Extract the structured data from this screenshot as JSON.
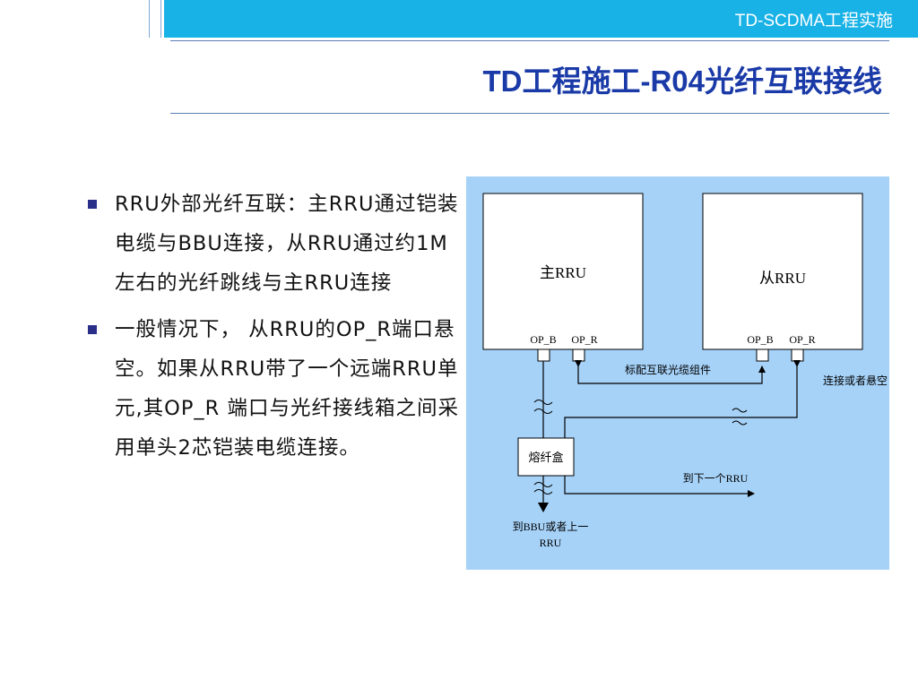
{
  "header": {
    "bar_text": "TD-SCDMA工程实施",
    "title": "TD工程施工-R04光纤互联接线"
  },
  "bullets": [
    {
      "text": "RRU外部光纤互联：主RRU通过铠装电缆与BBU连接，从RRU通过约1M左右的光纤跳线与主RRU连接"
    },
    {
      "text": "一般情况下， 从RRU的OP_R端口悬空。如果从RRU带了一个远端RRU单元,其OP_R 端口与光纤接线箱之间采用单头2芯铠装电缆连接。"
    }
  ],
  "diagram": {
    "colors": {
      "background": "#a6d2f8",
      "box": "#ffffff",
      "line": "#000000"
    },
    "master_rru": {
      "label": "主RRU",
      "port_b": "OP_B",
      "port_r": "OP_R"
    },
    "slave_rru": {
      "label": "从RRU",
      "port_b": "OP_B",
      "port_r": "OP_R"
    },
    "cable_label": "标配互联光缆组件",
    "float_label": "连接或者悬空",
    "splice_box": "熔纤盒",
    "next_rru": "到下一个RRU",
    "to_bbu_line1": "到BBU或者上一",
    "to_bbu_line2": "RRU"
  }
}
